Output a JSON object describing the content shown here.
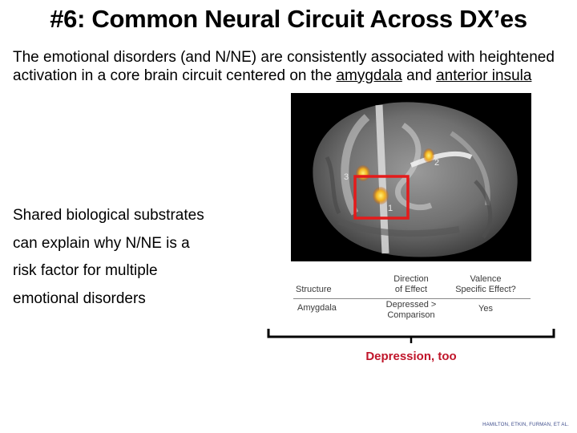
{
  "slide": {
    "title": "#6: Common Neural Circuit Across DX’es",
    "intro_lead": "The emotional disorders (and N/NE) are consistently associated with heightened activation in a core brain circuit centered on the ",
    "amygdala": "amygdala",
    "and": " and ",
    "insula": "anterior insula",
    "shared_lines": [
      "Shared biological substrates",
      "can explain why N/NE is a",
      "risk factor for multiple",
      "emotional disorders"
    ],
    "brain_markers": [
      "1",
      "2",
      "3"
    ],
    "table": {
      "headers": {
        "structure": "Structure",
        "direction_1": "Direction",
        "direction_2": "of Effect",
        "valence_1": "Valence",
        "valence_2": "Specific Effect?"
      },
      "row": {
        "structure": "Amygdala",
        "direction_1": "Depressed >",
        "direction_2": "Comparison",
        "valence": "Yes"
      }
    },
    "annotation": "Depression, too",
    "credit": "HAMILTON, ETKIN, FURMAN, ET AL."
  }
}
